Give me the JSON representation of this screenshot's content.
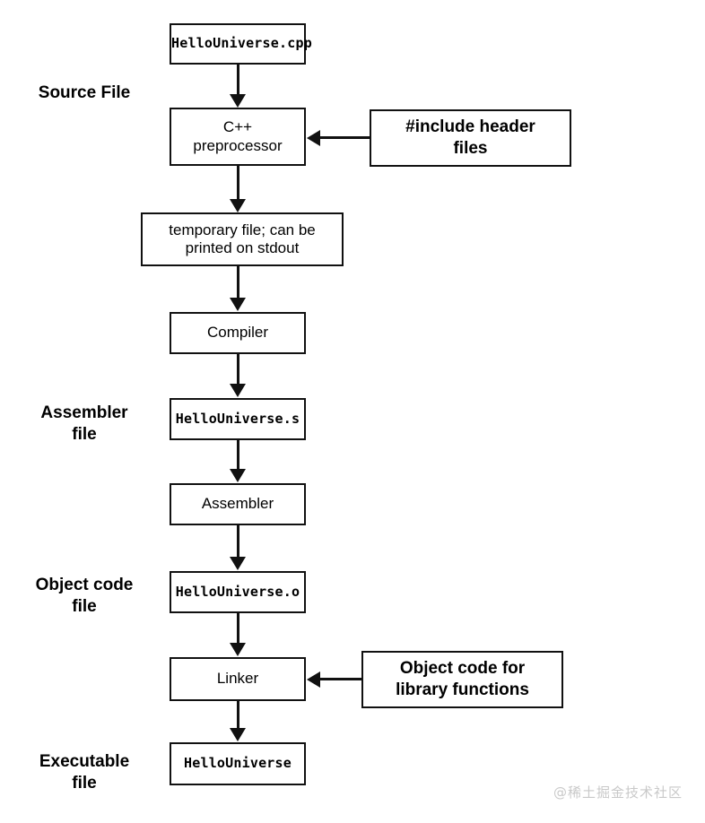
{
  "diagram": {
    "title": "C++ compilation pipeline",
    "stage_labels": [
      {
        "id": "source-file",
        "text": "Source File"
      },
      {
        "id": "assembler-file",
        "text": "Assembler\nfile"
      },
      {
        "id": "object-code-file",
        "text": "Object code\nfile"
      },
      {
        "id": "executable-file",
        "text": "Executable\nfile"
      }
    ],
    "nodes": [
      {
        "id": "hellouniverse-cpp",
        "text": "HelloUniverse.cpp",
        "style": "mono"
      },
      {
        "id": "cpp-preprocessor",
        "text": "C++\npreprocessor",
        "style": "plain"
      },
      {
        "id": "include-header-files",
        "text": "#include header\nfiles",
        "style": "strong"
      },
      {
        "id": "temporary-file",
        "text": "temporary file; can be\nprinted on stdout",
        "style": "plain"
      },
      {
        "id": "compiler",
        "text": "Compiler",
        "style": "plain"
      },
      {
        "id": "hellouniverse-s",
        "text": "HelloUniverse.s",
        "style": "mono"
      },
      {
        "id": "assembler",
        "text": "Assembler",
        "style": "plain"
      },
      {
        "id": "hellouniverse-o",
        "text": "HelloUniverse.o",
        "style": "mono"
      },
      {
        "id": "linker",
        "text": "Linker",
        "style": "plain"
      },
      {
        "id": "object-code-library",
        "text": "Object code for\nlibrary functions",
        "style": "strong"
      },
      {
        "id": "hellouniverse-exe",
        "text": "HelloUniverse",
        "style": "mono"
      }
    ],
    "edges": [
      {
        "from": "hellouniverse-cpp",
        "to": "cpp-preprocessor",
        "direction": "down"
      },
      {
        "from": "cpp-preprocessor",
        "to": "temporary-file",
        "direction": "down"
      },
      {
        "from": "temporary-file",
        "to": "compiler",
        "direction": "down"
      },
      {
        "from": "compiler",
        "to": "hellouniverse-s",
        "direction": "down"
      },
      {
        "from": "hellouniverse-s",
        "to": "assembler",
        "direction": "down"
      },
      {
        "from": "assembler",
        "to": "hellouniverse-o",
        "direction": "down"
      },
      {
        "from": "hellouniverse-o",
        "to": "linker",
        "direction": "down"
      },
      {
        "from": "linker",
        "to": "hellouniverse-exe",
        "direction": "down"
      },
      {
        "from": "include-header-files",
        "to": "cpp-preprocessor",
        "direction": "left"
      },
      {
        "from": "object-code-library",
        "to": "linker",
        "direction": "left"
      }
    ],
    "colors": {
      "stroke": "#111111",
      "fill": "#ffffff",
      "text": "#000000",
      "watermark": "#c9c9c9"
    }
  },
  "watermark": {
    "text": "@稀土掘金技术社区"
  }
}
